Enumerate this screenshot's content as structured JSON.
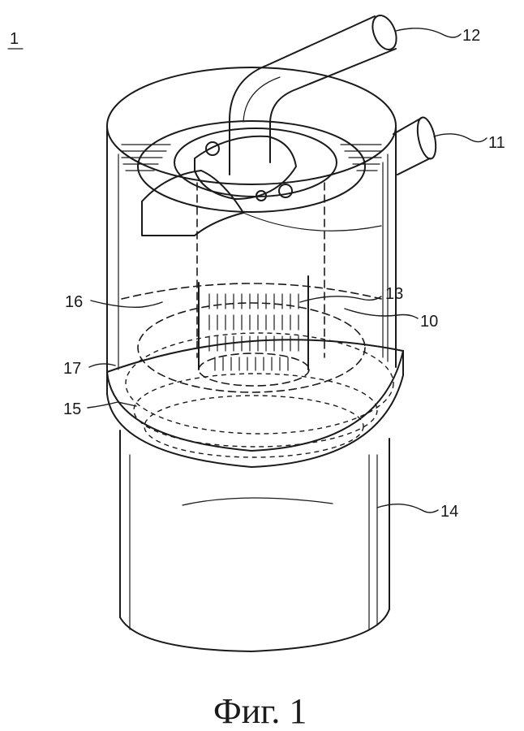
{
  "figure": {
    "number_label": "1",
    "caption": "Фиг. 1",
    "refs": {
      "r10": "10",
      "r11": "11",
      "r12": "12",
      "r13": "13",
      "r14": "14",
      "r15": "15",
      "r16": "16",
      "r17": "17"
    }
  }
}
